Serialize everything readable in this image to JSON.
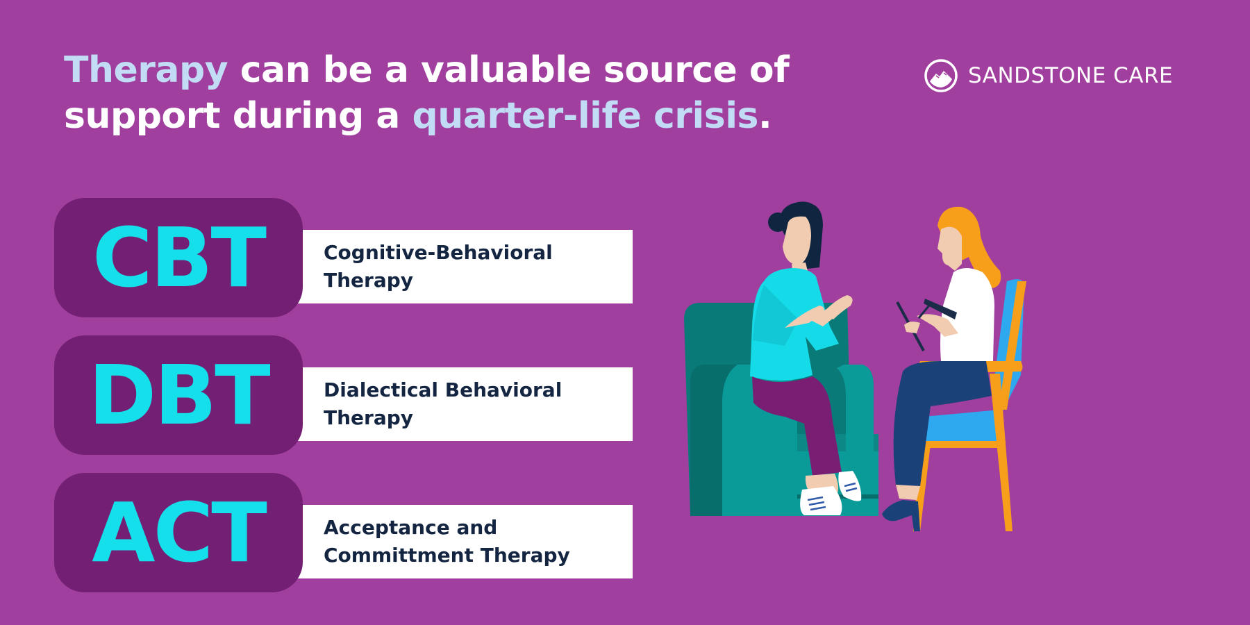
{
  "headline": {
    "highlight_1": "Therapy",
    "text_1": " can be a valuable source of",
    "text_2": "support during a ",
    "highlight_2": "quarter-life crisis",
    "text_3": "."
  },
  "logo": {
    "icon": "mountain-circle-icon",
    "text": "SANDSTONE CARE"
  },
  "therapies": [
    {
      "abbr": "CBT",
      "name": "Cognitive-Behavioral\nTherapy"
    },
    {
      "abbr": "DBT",
      "name": "Dialectical Behavioral\nTherapy"
    },
    {
      "abbr": "ACT",
      "name": "Acceptance and\nCommittment Therapy"
    }
  ],
  "illustration": {
    "description": "therapy-session-illustration",
    "left_figure": "client-seated-on-teal-armchair",
    "right_figure": "therapist-with-clipboard-on-orange-chair"
  },
  "colors": {
    "background": "#a03f9e",
    "abbr_box": "#731f74",
    "abbr_text": "#15dfea",
    "highlight_text": "#c2dcf5",
    "name_text": "#142541",
    "name_box": "#ffffff"
  }
}
